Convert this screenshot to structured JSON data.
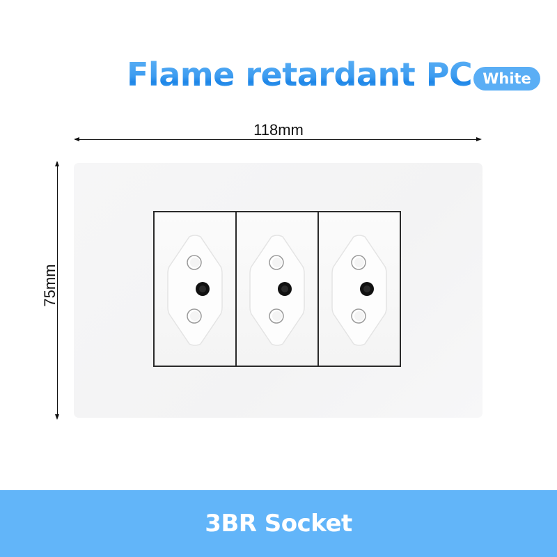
{
  "header": {
    "title": "Flame retardant PC",
    "color_badge": "White"
  },
  "dimensions": {
    "width_label": "118mm",
    "height_label": "75mm"
  },
  "product": {
    "module_count": 3,
    "outlet_type": "Brazilian 3-pin socket",
    "modules": [
      {
        "name": "socket-1"
      },
      {
        "name": "socket-2"
      },
      {
        "name": "socket-3"
      }
    ]
  },
  "footer": {
    "label": "3BR Socket"
  },
  "colors": {
    "accent": "#62b5f9",
    "title": "#3d9cf0",
    "badge": "#5aaef5"
  }
}
